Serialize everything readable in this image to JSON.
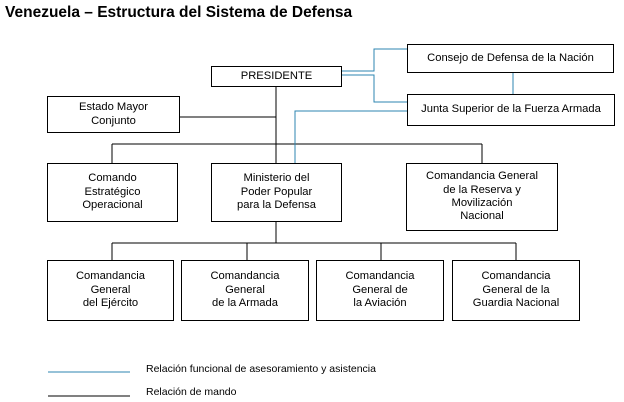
{
  "title": "Venezuela – Estructura del Sistema de Defensa",
  "colors": {
    "functional": "#2e86b0",
    "command": "#000000"
  },
  "nodes": {
    "presidente": "PRESIDENTE",
    "consejo": "Consejo de Defensa de la Nación",
    "junta": "Junta Superior de la Fuerza Armada",
    "estado_mayor": "Estado Mayor\nConjunto",
    "comando": "Comando\nEstratégico\nOperacional",
    "ministerio": "Ministerio del\nPoder Popular\npara la Defensa",
    "reserva": "Comandancia General\nde la Reserva y\nMovilización\nNacional",
    "ejercito": "Comandancia\nGeneral\ndel Ejército",
    "armada": "Comandancia\nGeneral\nde la Armada",
    "aviacion": "Comandancia\nGeneral de\nla Aviación",
    "guardia": "Comandancia\nGeneral de la\nGuardia Nacional"
  },
  "legend": {
    "functional": "Relación funcional de asesoramiento y asistencia",
    "command": "Relación de mando"
  }
}
